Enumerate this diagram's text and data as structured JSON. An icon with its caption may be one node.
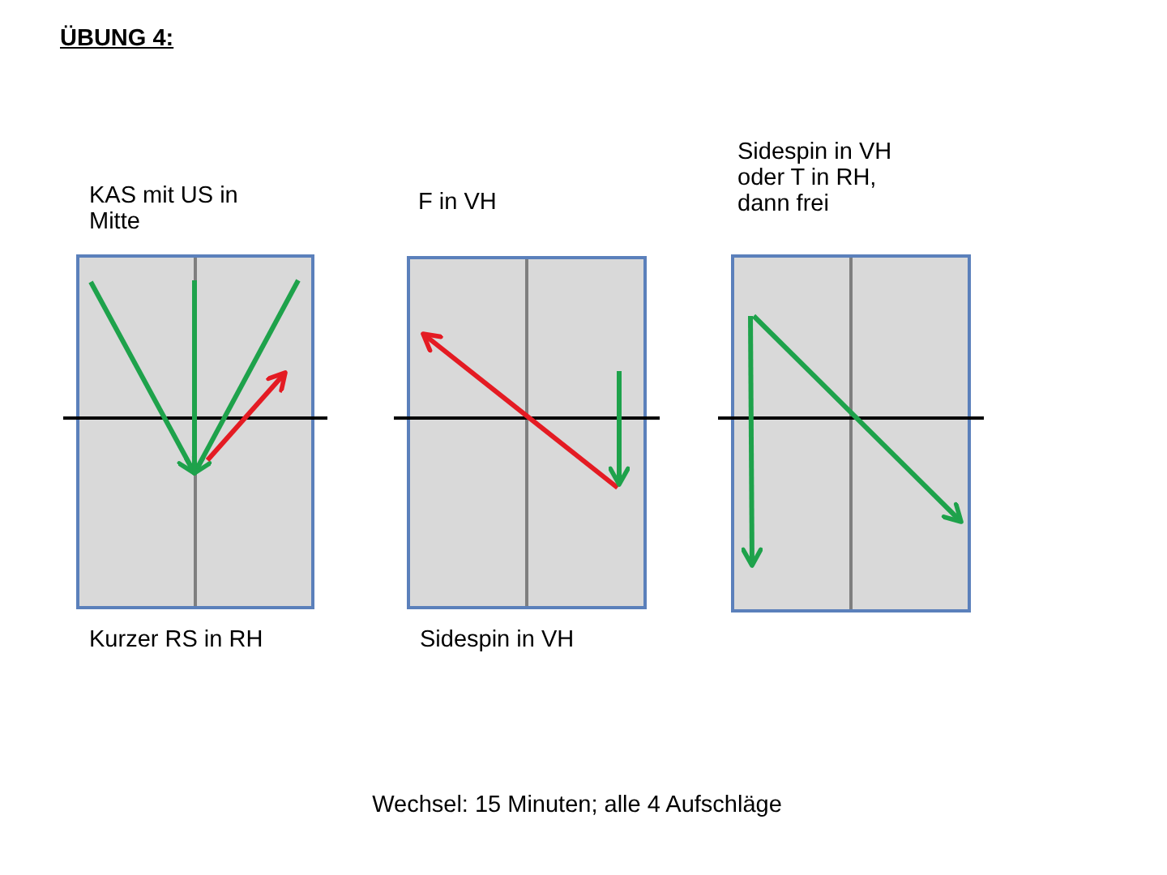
{
  "diagram": {
    "title": "ÜBUNG 4:",
    "caption": "Wechsel: 15 Minuten; alle 4 Aufschläge",
    "nodes": [
      {
        "text": [
          "KAS mit US in Mitte"
        ],
        "beside": [
          "Kurzer RS in RH"
        ]
      },
      {
        "text": [
          "F in VH"
        ],
        "beside": [
          "Sidespin in VH"
        ]
      },
      {
        "text": [
          "Sidespin in VH oder T in RH, dann frei"
        ]
      }
    ]
  }
}
